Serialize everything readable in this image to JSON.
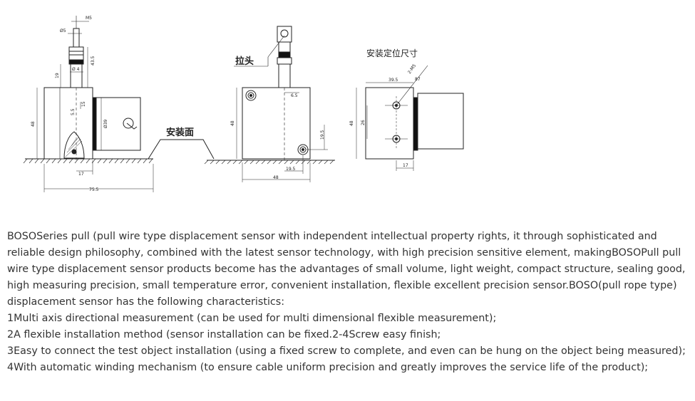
{
  "drawing": {
    "labels": {
      "pull_head": "拉头",
      "mount_surface": "安装面",
      "mount_position_size": "安装定位尺寸"
    },
    "dims": {
      "v1": {
        "m5": "M5",
        "phi5": "Ø5",
        "d19": "19",
        "phi4": "Ø 4",
        "d43_5": "43.5",
        "d5_5": "5.5",
        "d15": "15",
        "d48": "48",
        "phi39": "Ø39",
        "d17": "17",
        "d75_5": "75.5"
      },
      "v2": {
        "d6_5": "6.5",
        "d48v": "48",
        "d19_5v": "19.5",
        "d19_5h": "19.5",
        "d48h": "48"
      },
      "v3": {
        "d39_5": "39.5",
        "m5": "2-M5",
        "b7": "87",
        "d48": "48",
        "d26": "26",
        "d17": "17"
      }
    }
  },
  "description": {
    "paragraph": "BOSOSeries pull (pull wire type displacement sensor with independent intellectual property rights, it through sophisticated and reliable design philosophy, combined with the latest sensor technology, with high precision sensitive element, makingBOSOPull pull wire type displacement sensor products become has the advantages of small volume, light weight, compact structure, sealing good, high measuring precision, small temperature error, convenient installation, flexible excellent precision sensor.BOSO(pull rope type) displacement sensor has the following characteristics:",
    "items": [
      "1Multi axis directional measurement (can be used for multi dimensional flexible measurement);",
      "2A flexible installation method (sensor installation can be fixed.2-4Screw easy finish;",
      "3Easy to connect the test object installation (using a fixed screw to complete, and even can be hung on the object being measured);",
      "4With automatic winding mechanism (to ensure cable uniform precision and greatly improves the service life of the product);"
    ]
  }
}
